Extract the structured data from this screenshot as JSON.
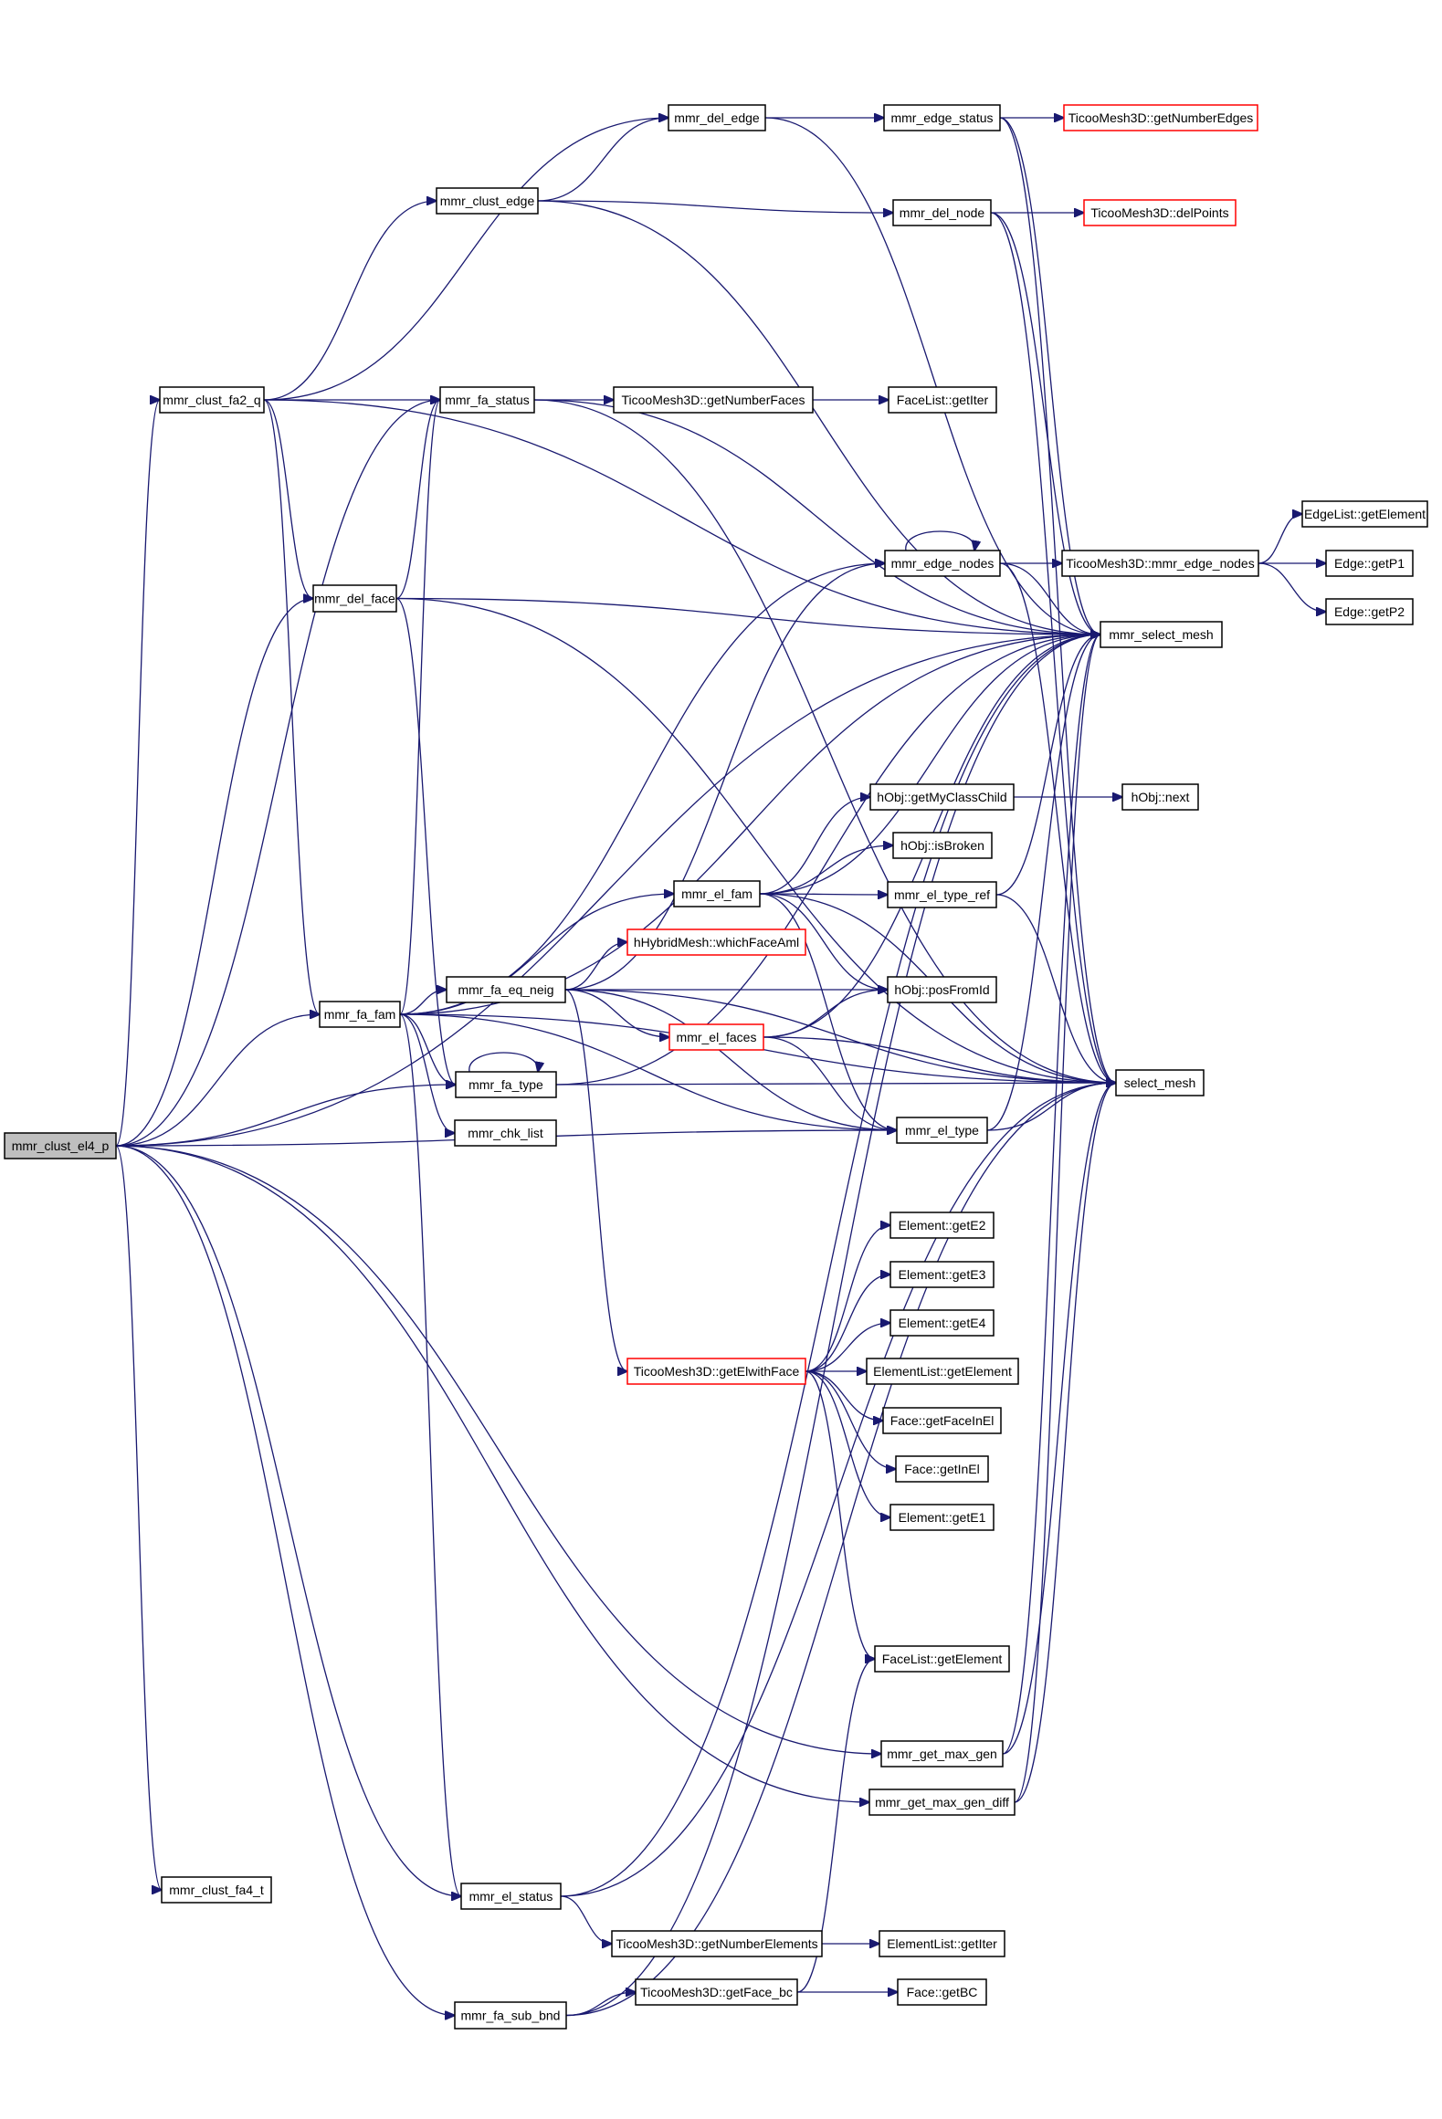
{
  "diagram": {
    "type": "call-graph",
    "colors": {
      "edge": "#191970",
      "root_fill": "#bfbfbf",
      "external_border": "#ff0000",
      "node_border": "#000000"
    },
    "nodes": [
      {
        "id": "clust_el4_p",
        "label": "mmr_clust_el4_p",
        "kind": "root"
      },
      {
        "id": "clust_fa2_q",
        "label": "mmr_clust_fa2_q"
      },
      {
        "id": "clust_edge",
        "label": "mmr_clust_edge"
      },
      {
        "id": "del_edge",
        "label": "mmr_del_edge"
      },
      {
        "id": "edge_status",
        "label": "mmr_edge_status"
      },
      {
        "id": "getNumberEdges",
        "label": "TicooMesh3D::getNumberEdges",
        "kind": "external"
      },
      {
        "id": "del_node",
        "label": "mmr_del_node"
      },
      {
        "id": "delPoints",
        "label": "TicooMesh3D::delPoints",
        "kind": "external"
      },
      {
        "id": "fa_status",
        "label": "mmr_fa_status"
      },
      {
        "id": "getNumberFaces",
        "label": "TicooMesh3D::getNumberFaces"
      },
      {
        "id": "faceListGetIter",
        "label": "FaceList::getIter"
      },
      {
        "id": "edgeListGetElement",
        "label": "EdgeList::getElement"
      },
      {
        "id": "edge_nodes",
        "label": "mmr_edge_nodes"
      },
      {
        "id": "tmEdgeNodes",
        "label": "TicooMesh3D::mmr_edge_nodes"
      },
      {
        "id": "getP1",
        "label": "Edge::getP1"
      },
      {
        "id": "getP2",
        "label": "Edge::getP2"
      },
      {
        "id": "del_face",
        "label": "mmr_del_face"
      },
      {
        "id": "select_mesh_mmr",
        "label": "mmr_select_mesh"
      },
      {
        "id": "getMyClassChild",
        "label": "hObj::getMyClassChild"
      },
      {
        "id": "hobjNext",
        "label": "hObj::next"
      },
      {
        "id": "isBroken",
        "label": "hObj::isBroken"
      },
      {
        "id": "el_fam",
        "label": "mmr_el_fam"
      },
      {
        "id": "el_type_ref",
        "label": "mmr_el_type_ref"
      },
      {
        "id": "whichFaceAml",
        "label": "hHybridMesh::whichFaceAml",
        "kind": "external"
      },
      {
        "id": "fa_fam",
        "label": "mmr_fa_fam"
      },
      {
        "id": "fa_eq_neig",
        "label": "mmr_fa_eq_neig"
      },
      {
        "id": "posFromId",
        "label": "hObj::posFromId"
      },
      {
        "id": "el_faces",
        "label": "mmr_el_faces",
        "kind": "external"
      },
      {
        "id": "select_mesh",
        "label": "select_mesh"
      },
      {
        "id": "fa_type",
        "label": "mmr_fa_type"
      },
      {
        "id": "el_type",
        "label": "mmr_el_type"
      },
      {
        "id": "chk_list",
        "label": "mmr_chk_list"
      },
      {
        "id": "getE2",
        "label": "Element::getE2"
      },
      {
        "id": "getE3",
        "label": "Element::getE3"
      },
      {
        "id": "getE4",
        "label": "Element::getE4"
      },
      {
        "id": "getElwithFace",
        "label": "TicooMesh3D::getElwithFace",
        "kind": "external"
      },
      {
        "id": "elemListGetElement",
        "label": "ElementList::getElement"
      },
      {
        "id": "getFaceInEl",
        "label": "Face::getFaceInEl"
      },
      {
        "id": "getInEl",
        "label": "Face::getInEl"
      },
      {
        "id": "getE1",
        "label": "Element::getE1"
      },
      {
        "id": "faceListGetElement",
        "label": "FaceList::getElement"
      },
      {
        "id": "get_max_gen",
        "label": "mmr_get_max_gen"
      },
      {
        "id": "get_max_gen_diff",
        "label": "mmr_get_max_gen_diff"
      },
      {
        "id": "clust_fa4_t",
        "label": "mmr_clust_fa4_t"
      },
      {
        "id": "el_status",
        "label": "mmr_el_status"
      },
      {
        "id": "getNumberElements",
        "label": "TicooMesh3D::getNumberElements"
      },
      {
        "id": "elemListGetIter",
        "label": "ElementList::getIter"
      },
      {
        "id": "fa_sub_bnd",
        "label": "mmr_fa_sub_bnd"
      },
      {
        "id": "getFace_bc",
        "label": "TicooMesh3D::getFace_bc"
      },
      {
        "id": "getBC",
        "label": "Face::getBC"
      }
    ],
    "edges": [
      [
        "clust_el4_p",
        "clust_fa2_q"
      ],
      [
        "clust_el4_p",
        "fa_status"
      ],
      [
        "clust_el4_p",
        "del_face"
      ],
      [
        "clust_el4_p",
        "fa_fam"
      ],
      [
        "clust_el4_p",
        "fa_type"
      ],
      [
        "clust_el4_p",
        "el_type"
      ],
      [
        "clust_el4_p",
        "select_mesh_mmr"
      ],
      [
        "clust_el4_p",
        "get_max_gen"
      ],
      [
        "clust_el4_p",
        "get_max_gen_diff"
      ],
      [
        "clust_el4_p",
        "clust_fa4_t"
      ],
      [
        "clust_el4_p",
        "el_status"
      ],
      [
        "clust_el4_p",
        "fa_sub_bnd"
      ],
      [
        "clust_fa2_q",
        "clust_edge"
      ],
      [
        "clust_fa2_q",
        "del_edge"
      ],
      [
        "clust_fa2_q",
        "fa_status"
      ],
      [
        "clust_fa2_q",
        "del_face"
      ],
      [
        "clust_fa2_q",
        "fa_fam"
      ],
      [
        "clust_fa2_q",
        "select_mesh_mmr"
      ],
      [
        "clust_edge",
        "del_edge"
      ],
      [
        "clust_edge",
        "del_node"
      ],
      [
        "clust_edge",
        "select_mesh_mmr"
      ],
      [
        "del_edge",
        "edge_status"
      ],
      [
        "del_edge",
        "select_mesh_mmr"
      ],
      [
        "edge_status",
        "getNumberEdges"
      ],
      [
        "edge_status",
        "select_mesh_mmr"
      ],
      [
        "edge_status",
        "select_mesh"
      ],
      [
        "del_node",
        "delPoints"
      ],
      [
        "del_node",
        "select_mesh_mmr"
      ],
      [
        "del_node",
        "select_mesh"
      ],
      [
        "fa_status",
        "getNumberFaces"
      ],
      [
        "fa_status",
        "select_mesh_mmr"
      ],
      [
        "fa_status",
        "select_mesh"
      ],
      [
        "getNumberFaces",
        "faceListGetIter"
      ],
      [
        "edge_nodes",
        "edge_nodes"
      ],
      [
        "edge_nodes",
        "tmEdgeNodes"
      ],
      [
        "edge_nodes",
        "select_mesh_mmr"
      ],
      [
        "edge_nodes",
        "select_mesh"
      ],
      [
        "tmEdgeNodes",
        "edgeListGetElement"
      ],
      [
        "tmEdgeNodes",
        "getP1"
      ],
      [
        "tmEdgeNodes",
        "getP2"
      ],
      [
        "del_face",
        "fa_status"
      ],
      [
        "del_face",
        "fa_type"
      ],
      [
        "del_face",
        "select_mesh_mmr"
      ],
      [
        "del_face",
        "select_mesh"
      ],
      [
        "getMyClassChild",
        "hobjNext"
      ],
      [
        "el_fam",
        "getMyClassChild"
      ],
      [
        "el_fam",
        "isBroken"
      ],
      [
        "el_fam",
        "el_type_ref"
      ],
      [
        "el_fam",
        "posFromId"
      ],
      [
        "el_fam",
        "el_type"
      ],
      [
        "el_fam",
        "select_mesh_mmr"
      ],
      [
        "el_fam",
        "select_mesh"
      ],
      [
        "el_type_ref",
        "select_mesh_mmr"
      ],
      [
        "el_type_ref",
        "select_mesh"
      ],
      [
        "fa_fam",
        "fa_status"
      ],
      [
        "fa_fam",
        "fa_eq_neig"
      ],
      [
        "fa_fam",
        "el_fam"
      ],
      [
        "fa_fam",
        "fa_type"
      ],
      [
        "fa_fam",
        "chk_list"
      ],
      [
        "fa_fam",
        "el_type"
      ],
      [
        "fa_fam",
        "edge_nodes"
      ],
      [
        "fa_fam",
        "select_mesh_mmr"
      ],
      [
        "fa_fam",
        "el_status"
      ],
      [
        "fa_fam",
        "select_mesh"
      ],
      [
        "fa_eq_neig",
        "whichFaceAml"
      ],
      [
        "fa_eq_neig",
        "posFromId"
      ],
      [
        "fa_eq_neig",
        "el_faces"
      ],
      [
        "fa_eq_neig",
        "getElwithFace"
      ],
      [
        "fa_eq_neig",
        "el_type"
      ],
      [
        "fa_eq_neig",
        "select_mesh"
      ],
      [
        "fa_eq_neig",
        "edge_nodes"
      ],
      [
        "el_faces",
        "posFromId"
      ],
      [
        "el_faces",
        "el_type"
      ],
      [
        "el_faces",
        "select_mesh"
      ],
      [
        "el_faces",
        "select_mesh_mmr"
      ],
      [
        "el_type",
        "select_mesh"
      ],
      [
        "el_type",
        "select_mesh_mmr"
      ],
      [
        "fa_type",
        "fa_type"
      ],
      [
        "fa_type",
        "select_mesh"
      ],
      [
        "fa_type",
        "select_mesh_mmr"
      ],
      [
        "getElwithFace",
        "getE2"
      ],
      [
        "getElwithFace",
        "getE3"
      ],
      [
        "getElwithFace",
        "getE4"
      ],
      [
        "getElwithFace",
        "elemListGetElement"
      ],
      [
        "getElwithFace",
        "getFaceInEl"
      ],
      [
        "getElwithFace",
        "getInEl"
      ],
      [
        "getElwithFace",
        "getE1"
      ],
      [
        "getElwithFace",
        "faceListGetElement"
      ],
      [
        "get_max_gen",
        "select_mesh_mmr"
      ],
      [
        "get_max_gen",
        "select_mesh"
      ],
      [
        "get_max_gen_diff",
        "select_mesh_mmr"
      ],
      [
        "get_max_gen_diff",
        "select_mesh"
      ],
      [
        "el_status",
        "getNumberElements"
      ],
      [
        "el_status",
        "select_mesh"
      ],
      [
        "el_status",
        "select_mesh_mmr"
      ],
      [
        "getNumberElements",
        "elemListGetIter"
      ],
      [
        "fa_sub_bnd",
        "getFace_bc"
      ],
      [
        "fa_sub_bnd",
        "select_mesh"
      ],
      [
        "fa_sub_bnd",
        "select_mesh_mmr"
      ],
      [
        "getFace_bc",
        "getBC"
      ],
      [
        "getFace_bc",
        "faceListGetElement"
      ]
    ]
  }
}
